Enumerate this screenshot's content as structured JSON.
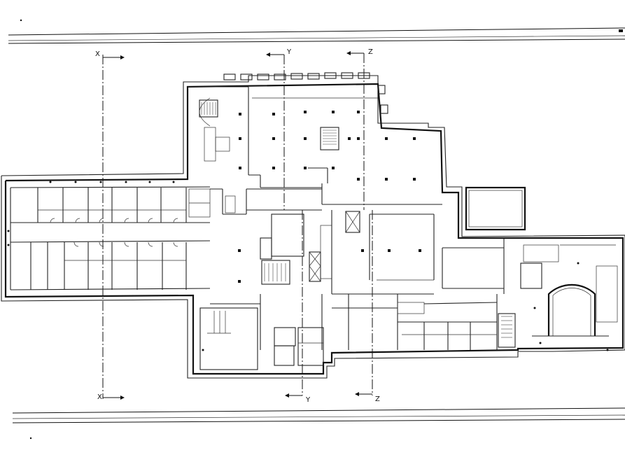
{
  "sections": {
    "x_label": "X",
    "y_label": "Y",
    "z_label": "Z"
  },
  "colors": {
    "line": "#111111",
    "background": "#ffffff"
  }
}
